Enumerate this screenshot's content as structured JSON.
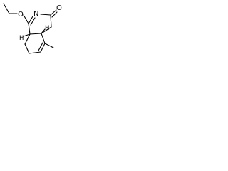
{
  "molecule": {
    "atoms": {
      "nitrogen": "N",
      "carbonyl_oxygen": "O",
      "ether_oxygen": "O",
      "hydrogen_top": "H",
      "hydrogen_bottom": "H"
    }
  }
}
